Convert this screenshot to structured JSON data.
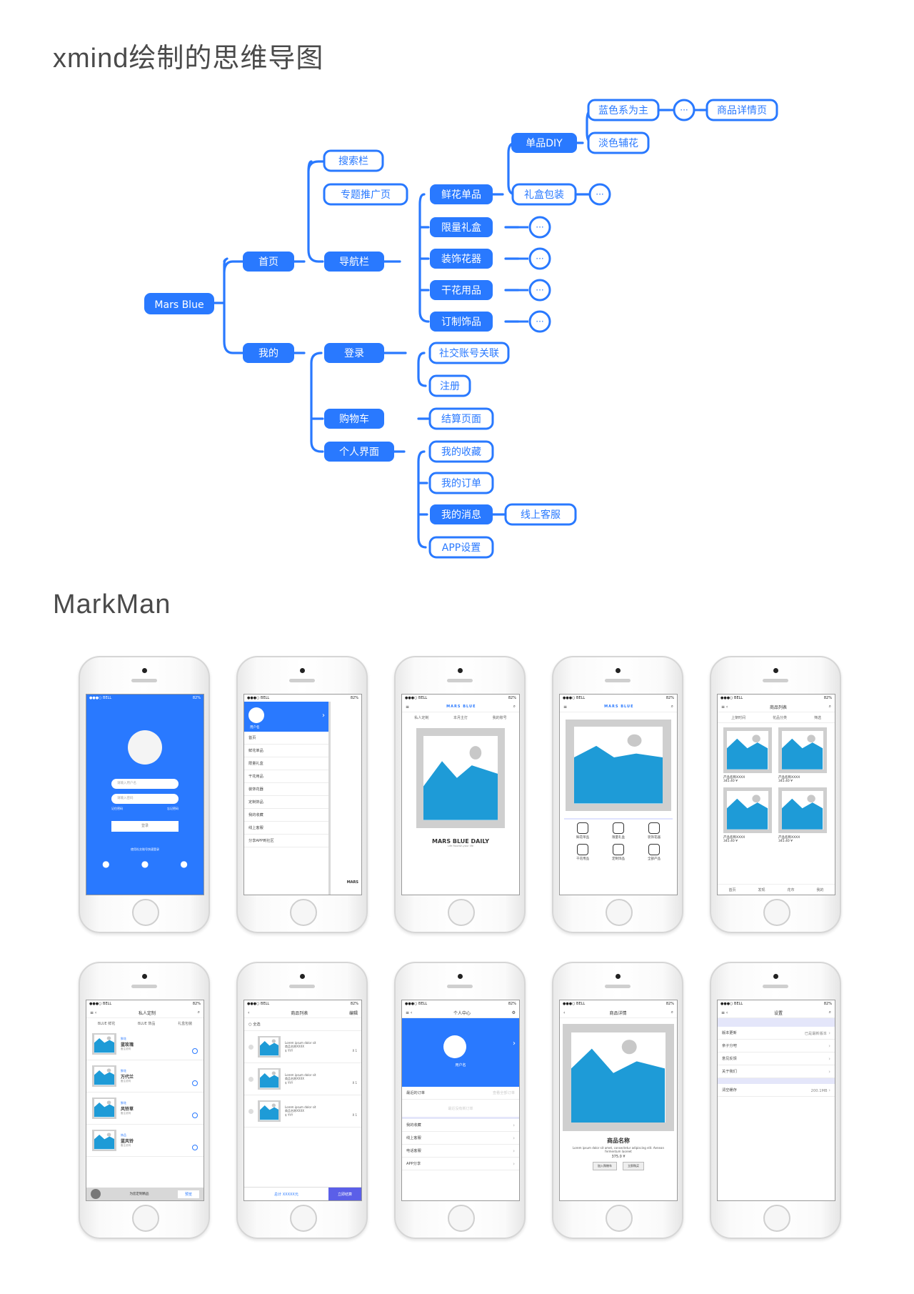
{
  "sections": {
    "mindmap_title": "xmind绘制的思维导图",
    "markman_title": "MarkMan"
  },
  "mindmap": {
    "root": "Mars Blue",
    "ellipsis": "···",
    "nodes": {
      "home": "首页",
      "mine": "我的",
      "search": "搜索栏",
      "topic": "专题推广页",
      "nav": "导航栏",
      "fresh": "鲜花单品",
      "limited": "限量礼盒",
      "decor": "装饰花器",
      "dried": "干花用品",
      "custom": "订制饰品",
      "single_diy": "单品DIY",
      "blue_main": "蓝色系为主",
      "light_aux": "淡色辅花",
      "product_detail": "商品详情页",
      "gift_pack": "礼盒包装",
      "login": "登录",
      "cart": "购物车",
      "profile": "个人界面",
      "social": "社交账号关联",
      "register": "注册",
      "checkout": "结算页面",
      "favorites": "我的收藏",
      "orders": "我的订单",
      "messages": "我的消息",
      "online_service": "线上客服",
      "app_settings": "APP设置"
    }
  },
  "phones": {
    "status_carrier": "●●●○ BELL",
    "status_battery": "82%",
    "p1": {
      "user_ph": "请输入用户名",
      "pass_ph": "请输入密码",
      "remember": "记住密码",
      "forgot": "忘记密码",
      "login_btn": "登录",
      "third": "使用社交账号快速登录"
    },
    "p2": {
      "username": "用户名",
      "items": [
        "首页",
        "鲜花单品",
        "限量礼盒",
        "干花用品",
        "装饰花器",
        "定制饰品",
        "我的收藏",
        "线上客服",
        "分享APP到社区"
      ],
      "brand": "MARS"
    },
    "p3": {
      "logo": "MARS BLUE",
      "tabs": [
        "私人定制",
        "本月主打",
        "我的账号"
      ],
      "daily": "MARS BLUE DAILY",
      "sub": "Life flourish-your life"
    },
    "p4": {
      "logo": "MARS BLUE",
      "cats": [
        "鲜花单品",
        "限量礼盒",
        "装饰花器",
        "干花用品",
        "定制饰品",
        "全部产品"
      ]
    },
    "p5": {
      "title": "商品列表",
      "filters": [
        "上架时间",
        "花品分类",
        "筛选"
      ],
      "items": [
        {
          "name": "产品名称XXXX",
          "price": "345.40 ¥"
        },
        {
          "name": "产品名称XXXX",
          "price": "345.40 ¥"
        },
        {
          "name": "产品名称XXXX",
          "price": "345.40 ¥"
        },
        {
          "name": "产品名称XXXX",
          "price": "345.40 ¥"
        }
      ],
      "tabbar": [
        "首页",
        "发现",
        "花市",
        "我的"
      ]
    },
    "p6": {
      "title": "私人定制",
      "tabs": [
        "BLUE 鲜花",
        "BLUE 饰品",
        "礼盒包装"
      ],
      "items": [
        {
          "tag": "鲜花",
          "name": "蓝玫瑰",
          "desc": "备注说明"
        },
        {
          "tag": "鲜花",
          "name": "万代兰",
          "desc": "备注说明"
        },
        {
          "tag": "鲜花",
          "name": "风铃草",
          "desc": "备注说明"
        },
        {
          "tag": "饰品",
          "name": "蓝风铃",
          "desc": "备注说明"
        }
      ],
      "bottom": "为您定制精品",
      "btn": "预览"
    },
    "p7": {
      "title": "商品列表",
      "edit": "编辑",
      "all": "全选",
      "items": [
        {
          "desc": "Lorem ipsum dolor sit",
          "name": "商品名称XXXX",
          "price": "$ YYY",
          "qty": "X 1"
        },
        {
          "desc": "Lorem ipsum dolor sit",
          "name": "商品名称XXXX",
          "price": "$ YYY",
          "qty": "X 1"
        },
        {
          "desc": "Lorem ipsum dolor sit",
          "name": "商品名称XXXX",
          "price": "$ YYY",
          "qty": "X 1"
        }
      ],
      "total": "总计 XXXXX元",
      "checkout": "立即结算"
    },
    "p8": {
      "title": "个人中心",
      "username": "用户名",
      "recent": "最近的订单",
      "view_all": "查看全部订单",
      "no_order": "最近没有新订单",
      "rows": [
        "我的收藏",
        "线上客服",
        "电话客服",
        "APP分享"
      ]
    },
    "p9": {
      "title": "商品详情",
      "name": "商品名称",
      "desc": "Lorem ipsum dolor sit amet, consectetur adipiscing elit. Aenean fermentum laoreet",
      "price": "375.0 ¥",
      "cart": "加入购物车",
      "buy": "立即购买"
    },
    "p10": {
      "title": "设置",
      "rows": [
        {
          "label": "版本更新",
          "value": "已是最新版本"
        },
        {
          "label": "亲子分吧",
          "value": ""
        },
        {
          "label": "意见反馈",
          "value": ""
        },
        {
          "label": "关于我们",
          "value": ""
        }
      ],
      "cache": "清空缓存",
      "cache_val": "200.1MB"
    }
  }
}
